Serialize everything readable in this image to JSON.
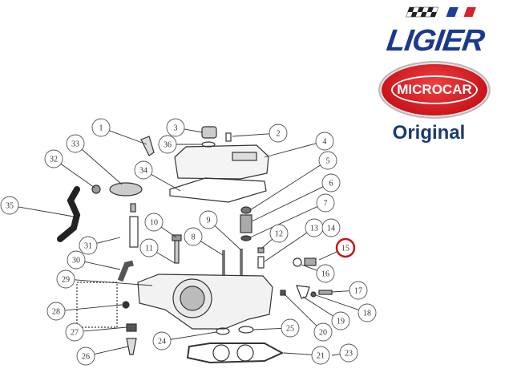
{
  "brand": {
    "logo_text": "LIGIER",
    "badge_text": "MICROCAR",
    "tagline": "Original",
    "colors": {
      "ligier_blue": "#1c3a8c",
      "microcar_red": "#d11a22",
      "highlight": "#c8141c"
    }
  },
  "diagram": {
    "callouts": [
      "1",
      "2",
      "3",
      "36",
      "4",
      "5",
      "33",
      "32",
      "34",
      "6",
      "7",
      "35",
      "10",
      "9",
      "8",
      "12",
      "13",
      "14",
      "15",
      "31",
      "11",
      "30",
      "16",
      "29",
      "17",
      "28",
      "18",
      "19",
      "20",
      "27",
      "25",
      "24",
      "26",
      "21",
      "23"
    ],
    "highlighted": "15"
  }
}
